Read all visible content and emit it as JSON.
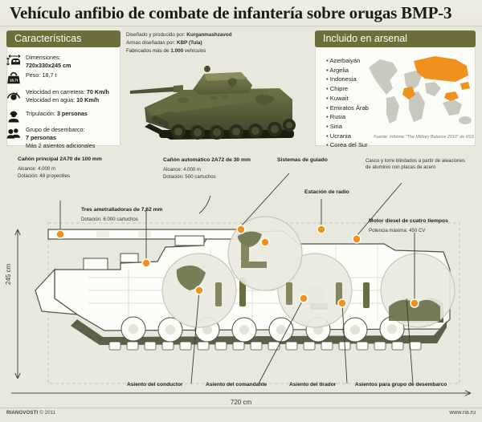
{
  "title": "Vehículo anfibio de combate de infantería sobre orugas BMP-3",
  "characteristics": {
    "heading": "Características",
    "items": [
      {
        "icon": "dimensions-icon",
        "line1": "Dimensiones:",
        "line2": "720x330x245 cm",
        "line2_bold": true
      },
      {
        "icon": "weight-icon",
        "line1": "Peso: 18,7 t",
        "line2": "",
        "line2_bold": false
      },
      {
        "icon": "speed-gauge-icon",
        "line1": "Velocidad en carretera: 70 Km/h",
        "line2": "Velocidad en agua: 10 Km/h",
        "line2_bold": false
      },
      {
        "icon": "crew-person-icon",
        "line1": "Tripulación: 3 personas",
        "line2": "",
        "line2_bold": false
      },
      {
        "icon": "troops-icon",
        "line1": "Grupo de desembarco:",
        "line2": "7 personas",
        "line3": "Más 2 asientos adicionales",
        "line2_bold": true
      }
    ]
  },
  "credits": {
    "line1_label": "Diseñado y producido por:",
    "line1_value": "Kurganmashzavod",
    "line2_label": "Armas diseñadas por:",
    "line2_value": "KBP (Tula)",
    "line3_label": "Fabricados más de",
    "line3_value": "1.000",
    "line3_tail": "vehículos"
  },
  "arsenal": {
    "heading": "Incluido en arsenal",
    "countries": [
      "Azerbaiyán",
      "Argelia",
      "Indonesia",
      "Chipre",
      "Kuwait",
      "Emiratos Árab",
      "Rusia",
      "Siria",
      "Ucrania",
      "Corea del Sur"
    ],
    "source": "Fuente: Informe \"The Military Balance 2010\" de IISS"
  },
  "annotations": [
    {
      "name": "main-cannon",
      "heading": "Cañón principal 2A70 de 100 mm",
      "body": "Alcance: 4.000 m\nDotación: 48 proyectiles"
    },
    {
      "name": "machine-guns",
      "heading": "Tres ametralladoras de 7,62 mm",
      "body": "Dotación: 6.000 cartuchos"
    },
    {
      "name": "auto-cannon",
      "heading": "Cañón automático 2A72 de 30 mm",
      "body": "Alcance: 4.000 m\nDotación: 500 cartuchos"
    },
    {
      "name": "guidance-systems",
      "heading": "Sistemas de guiado",
      "body": ""
    },
    {
      "name": "radio-station",
      "heading": "Estación de radio",
      "body": ""
    },
    {
      "name": "armor",
      "heading": "",
      "body": "Casco y torre blindados a partir de aleaciones\nde aluminio con placas de acero"
    },
    {
      "name": "diesel-engine",
      "heading": "Motor diesel de cuatro tiempos",
      "body": "Potencia máxima: 450 CV"
    }
  ],
  "seat_labels": [
    "Asiento del conductor",
    "Asiento del comandante",
    "Asiento del tirador",
    "Asientos para grupo de desembarco"
  ],
  "dimensions": {
    "height": "245 cm",
    "length": "720 cm"
  },
  "footer": {
    "brand": "RIANOVOSTI",
    "copyright": "© 2011",
    "site": "www.ria.ru"
  },
  "colors": {
    "accent_dot": "#f0911e",
    "header_green": "#6d6e3a",
    "background": "#e8e8de",
    "map_highlight": "#f0911e",
    "map_base": "#c9c9c0"
  }
}
